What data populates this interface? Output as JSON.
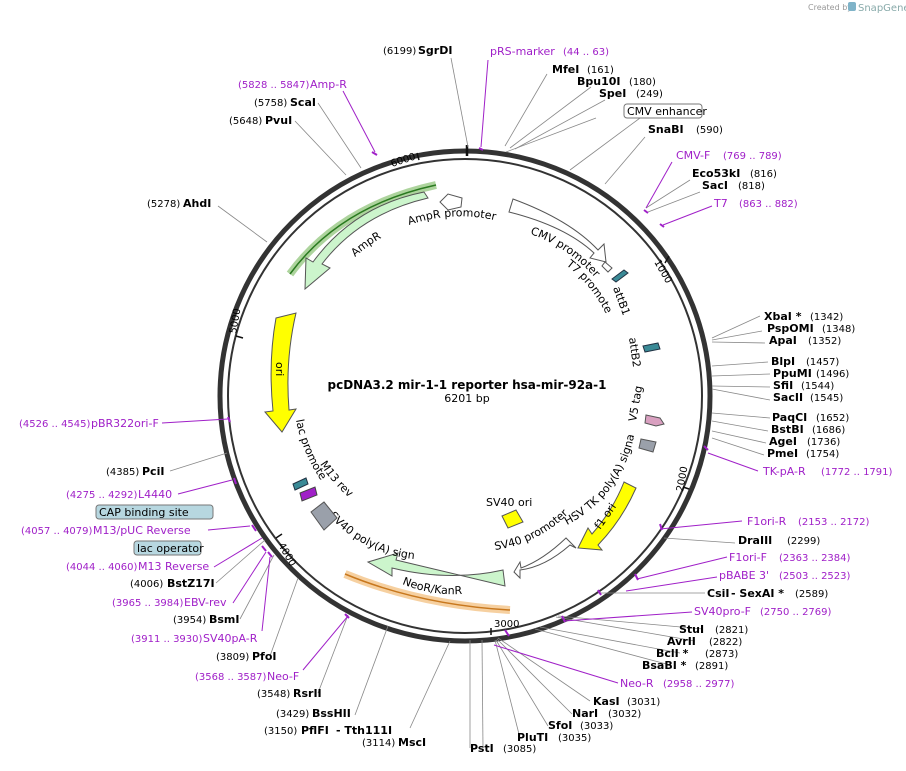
{
  "credit": {
    "prefix": "Created by",
    "brand": "SnapGene"
  },
  "plasmid": {
    "name": "pcDNA3.2 mir-1-1 reporter hsa-mir-92a-1",
    "length": "6201 bp"
  },
  "ticks": [
    "1000",
    "2000",
    "3000",
    "4000",
    "5000",
    "6000"
  ],
  "sites": [
    {
      "name": "SgrDI",
      "pos": "(6199)"
    },
    {
      "name": "MfeI",
      "pos": "(161)"
    },
    {
      "name": "Bpu10I",
      "pos": "(180)"
    },
    {
      "name": "SpeI",
      "pos": "(249)"
    },
    {
      "name": "SnaBI",
      "pos": "(590)"
    },
    {
      "name": "Eco53kI",
      "pos": "(816)"
    },
    {
      "name": "SacI",
      "pos": "(818)"
    },
    {
      "name": "XbaI *",
      "pos": "(1342)"
    },
    {
      "name": "PspOMI",
      "pos": "(1348)"
    },
    {
      "name": "ApaI",
      "pos": "(1352)"
    },
    {
      "name": "BlpI",
      "pos": "(1457)"
    },
    {
      "name": "PpuMI",
      "pos": "(1496)"
    },
    {
      "name": "SfiI",
      "pos": "(1544)"
    },
    {
      "name": "SacII",
      "pos": "(1545)"
    },
    {
      "name": "PaqCI",
      "pos": "(1652)"
    },
    {
      "name": "BstBI",
      "pos": "(1686)"
    },
    {
      "name": "AgeI",
      "pos": "(1736)"
    },
    {
      "name": "PmeI",
      "pos": "(1754)"
    },
    {
      "name": "DraIII",
      "pos": "(2299)"
    },
    {
      "name": "CsiI",
      "pos": "(2589)"
    },
    {
      "name": "- SexAI *",
      "pos": ""
    },
    {
      "name": "StuI",
      "pos": "(2821)"
    },
    {
      "name": "AvrII",
      "pos": "(2822)"
    },
    {
      "name": "BclI *",
      "pos": "(2873)"
    },
    {
      "name": "BsaBI *",
      "pos": "(2891)"
    },
    {
      "name": "KasI",
      "pos": "(3031)"
    },
    {
      "name": "NarI",
      "pos": "(3032)"
    },
    {
      "name": "SfoI",
      "pos": "(3033)"
    },
    {
      "name": "PluTI",
      "pos": "(3035)"
    },
    {
      "name": "PstI",
      "pos": "(3085)"
    },
    {
      "name": "MscI",
      "pos": "(3114)"
    },
    {
      "name": "PflFI",
      "pos": "(3150)"
    },
    {
      "name": "- Tth111I",
      "pos": ""
    },
    {
      "name": "BssHII",
      "pos": "(3429)"
    },
    {
      "name": "RsrII",
      "pos": "(3548)"
    },
    {
      "name": "PfoI",
      "pos": "(3809)"
    },
    {
      "name": "BsmI",
      "pos": "(3954)"
    },
    {
      "name": "BstZ17I",
      "pos": "(4006)"
    },
    {
      "name": "PciI",
      "pos": "(4385)"
    },
    {
      "name": "AhdI",
      "pos": "(5278)"
    },
    {
      "name": "PvuI",
      "pos": "(5648)"
    },
    {
      "name": "ScaI",
      "pos": "(5758)"
    }
  ],
  "primers": [
    {
      "name": "pRS-marker",
      "pos": "(44 .. 63)"
    },
    {
      "name": "CMV-F",
      "pos": "(769 .. 789)"
    },
    {
      "name": "T7",
      "pos": "(863 .. 882)"
    },
    {
      "name": "TK-pA-R",
      "pos": "(1772 .. 1791)"
    },
    {
      "name": "F1ori-R",
      "pos": "(2153 .. 2172)"
    },
    {
      "name": "F1ori-F",
      "pos": "(2363 .. 2384)"
    },
    {
      "name": "pBABE 3'",
      "pos": "(2503 .. 2523)"
    },
    {
      "name": "SV40pro-F",
      "pos": "(2750 .. 2769)"
    },
    {
      "name": "Neo-R",
      "pos": "(2958 .. 2977)"
    },
    {
      "name": "Neo-F",
      "pos": "(3568 .. 3587)"
    },
    {
      "name": "SV40pA-R",
      "pos": "(3911 .. 3930)"
    },
    {
      "name": "EBV-rev",
      "pos": "(3965 .. 3984)"
    },
    {
      "name": "M13 Reverse",
      "pos": "(4044 .. 4060)"
    },
    {
      "name": "M13/pUC Reverse",
      "pos": "(4057 .. 4079)"
    },
    {
      "name": "L4440",
      "pos": "(4275 .. 4292)"
    },
    {
      "name": "pBR322ori-F",
      "pos": "(4526 .. 4545)"
    },
    {
      "name": "Amp-R",
      "pos": "(5828 .. 5847)"
    }
  ],
  "features": {
    "cmv_enhancer": "CMV enhancer",
    "cap_site": "CAP binding site",
    "lac_operator": "lac operator",
    "cmv_promoter": "CMV promoter",
    "t7_promoter": "T7 promoter",
    "attb1": "attB1",
    "attb2": "attB2",
    "v5_tag": "V5 tag",
    "hsv_tk": "HSV TK poly(A) signal",
    "f1_ori": "f1 ori",
    "sv40_ori": "SV40 ori",
    "sv40_promoter": "SV40 promoter",
    "neo": "NeoR/KanR",
    "sv40_polya": "SV40 poly(A) signal",
    "m13_rev": "M13 rev",
    "lac_promoter": "lac promoter",
    "ori": "ori",
    "ampr": "AmpR",
    "ampr_promoter": "AmpR promoter"
  },
  "colors": {
    "backbone": "#333333",
    "primer": "#a020c8",
    "feature_green": "#ccf5cc",
    "ori_yellow": "#ffff00",
    "promoter_white": "#ffffff",
    "tag_teal": "#3a8a96",
    "highlight_green": "#6ab04c",
    "highlight_orange": "#f0b060"
  }
}
